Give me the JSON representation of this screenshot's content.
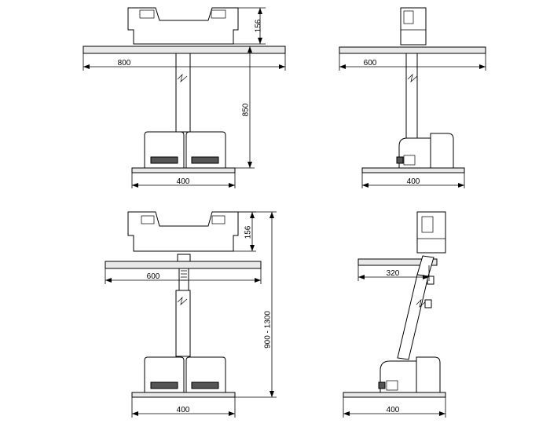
{
  "dimensions": {
    "v1_width": "800",
    "v1_head_height": "156",
    "v1_height": "850",
    "v1_base": "400",
    "v2_width": "600",
    "v2_base": "400",
    "v3_width": "600",
    "v3_head_height": "156",
    "v3_height": "900 - 1300",
    "v3_base": "400",
    "v4_width": "320",
    "v4_base": "400"
  }
}
